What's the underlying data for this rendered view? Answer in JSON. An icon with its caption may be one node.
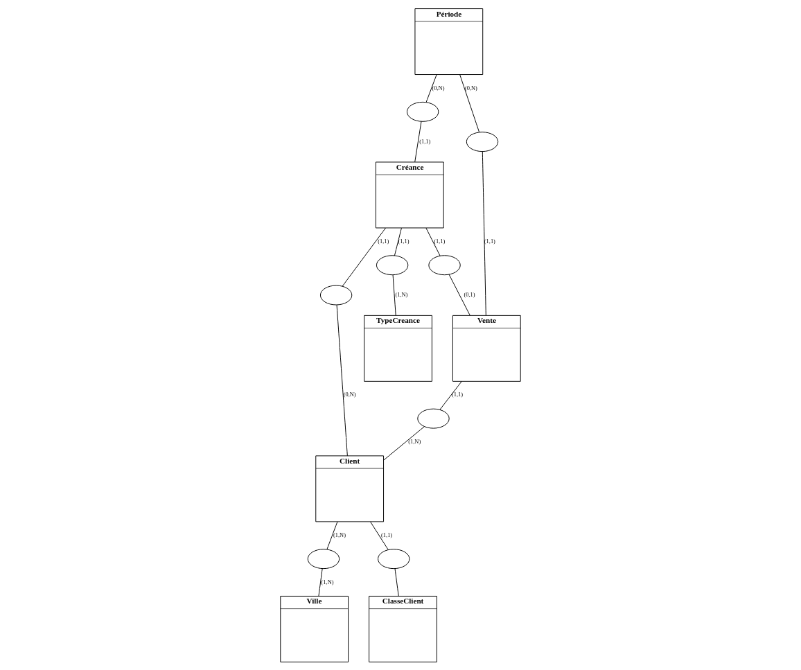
{
  "diagram": {
    "nodes": [
      {
        "text": [
          "Période"
        ]
      },
      {
        "text": [
          "Vente"
        ]
      },
      {
        "text": [
          "Créance"
        ]
      },
      {
        "text": [
          "Client"
        ]
      },
      {
        "text": [
          "Ville"
        ]
      },
      {
        "text": [
          "ClasseClient"
        ]
      },
      {
        "text": [
          "TypeCreance"
        ]
      },
      {
        "text": [],
        "shape": "ellipse"
      },
      {
        "text": [],
        "shape": "ellipse"
      },
      {
        "text": [],
        "shape": "ellipse"
      },
      {
        "text": [],
        "shape": "ellipse"
      },
      {
        "text": [],
        "shape": "ellipse"
      },
      {
        "text": [],
        "shape": "ellipse"
      },
      {
        "text": [],
        "shape": "ellipse"
      },
      {
        "text": [],
        "shape": "ellipse"
      }
    ],
    "edges": [
      {
        "from": 0,
        "to": 7,
        "arrow": "none",
        "label": "(0,N)"
      },
      {
        "from": 7,
        "to": 2,
        "arrow": "none",
        "label": "(1,1)"
      },
      {
        "from": 0,
        "to": 8,
        "arrow": "none",
        "label": "(0,N)"
      },
      {
        "from": 8,
        "to": 1,
        "arrow": "none",
        "label": "(1,1)"
      },
      {
        "from": 2,
        "to": 9,
        "arrow": "none",
        "label": "(1,1)"
      },
      {
        "from": 9,
        "to": 1,
        "arrow": "none",
        "label": "(0,1)"
      },
      {
        "from": 1,
        "to": 10,
        "arrow": "none",
        "label": "(1,1)"
      },
      {
        "from": 10,
        "to": 3,
        "arrow": "none",
        "label": "(1,N)"
      },
      {
        "from": 3,
        "to": 11,
        "arrow": "none",
        "label": "(1,N)"
      },
      {
        "from": 11,
        "to": 4,
        "arrow": "none",
        "label": "(1,N)"
      },
      {
        "from": 2,
        "to": 12,
        "arrow": "none",
        "label": "(1,1)"
      },
      {
        "from": 12,
        "to": 3,
        "arrow": "none",
        "label": "(0,N)"
      },
      {
        "from": 2,
        "to": 13,
        "arrow": "none",
        "label": "(1,1)"
      },
      {
        "from": 13,
        "to": 6,
        "arrow": "none",
        "label": "(1,N)"
      },
      {
        "from": 3,
        "to": 14,
        "arrow": "none",
        "label": "(1,1)"
      },
      {
        "from": 14,
        "to": 5,
        "arrow": "none"
      }
    ]
  }
}
